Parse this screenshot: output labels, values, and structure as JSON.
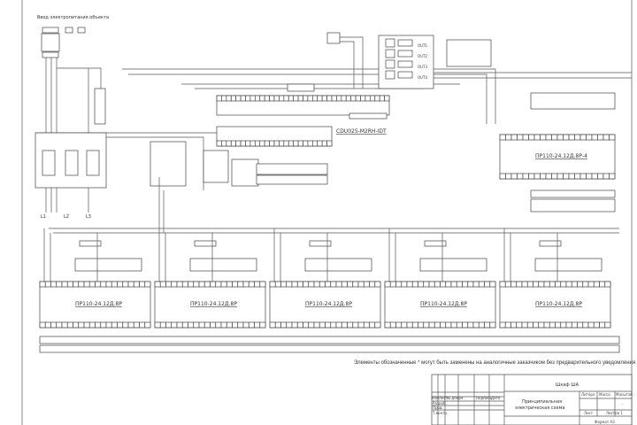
{
  "header": {
    "input_label": "Ввод электропитания объекта"
  },
  "phases": [
    "L1",
    "L2",
    "L3"
  ],
  "controller": {
    "label": "CDU025-M2RH-IDT"
  },
  "relay_block": {
    "channels": [
      "OUT1",
      "OUT2",
      "OUT3",
      "OUT4"
    ]
  },
  "top_module": {
    "label": "ПР110-24.12Д.8Р-4"
  },
  "modules": [
    {
      "label": "ПР110-24.12Д.8Р"
    },
    {
      "label": "ПР110-24.12Д.8Р"
    },
    {
      "label": "ПР110-24.12Д.8Р"
    },
    {
      "label": "ПР110-24.12Д.8Р"
    },
    {
      "label": "ПР110-24.12Д.8Р"
    }
  ],
  "note": "Элементы обозначенные * могут быть заменены на аналогичные заказчиком без предварительного уведомления",
  "title_block": {
    "cabinet": "Шкаф ША",
    "drawing_title_line1": "Принципиальная",
    "drawing_title_line2": "электрическая схема",
    "col_headers": [
      "Изм.",
      "Лист",
      "№ докум.",
      "Подпись",
      "Дата"
    ],
    "rows": [
      "Разраб.",
      "Пров.",
      "Т.контр."
    ],
    "litera": "Литера",
    "mass": "Масса",
    "scale": "Масштаб",
    "scale_value": "-",
    "sheet": "Лист",
    "sheets": "Листов 1",
    "format": "Формат А3"
  }
}
